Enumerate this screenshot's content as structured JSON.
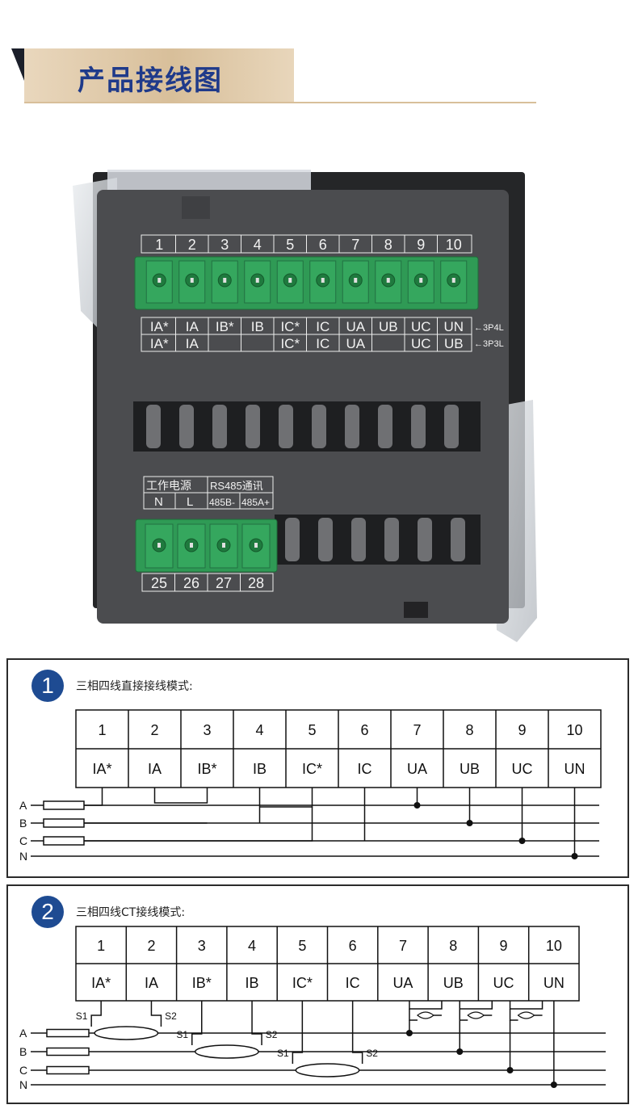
{
  "header": {
    "title": "产品接线图"
  },
  "device": {
    "top_numbers": [
      "1",
      "2",
      "3",
      "4",
      "5",
      "6",
      "7",
      "8",
      "9",
      "10"
    ],
    "row_3p4l": [
      "IA*",
      "IA",
      "IB*",
      "IB",
      "IC*",
      "IC",
      "UA",
      "UB",
      "UC",
      "UN"
    ],
    "row_3p3l": [
      "IA*",
      "IA",
      "",
      "",
      "IC*",
      "IC",
      "UA",
      "",
      "UC",
      "UB"
    ],
    "label_3p4l": "←3P4L",
    "label_3p3l": "←3P3L",
    "power_label": "工作电源",
    "rs485_label": "RS485通讯",
    "power_pins": [
      "N",
      "L"
    ],
    "rs485_pins": [
      "485B-",
      "485A+"
    ],
    "bottom_numbers": [
      "25",
      "26",
      "27",
      "28"
    ]
  },
  "panel1": {
    "badge": "1",
    "title": "三相四线直接接线模式:",
    "numbers": [
      "1",
      "2",
      "3",
      "4",
      "5",
      "6",
      "7",
      "8",
      "9",
      "10"
    ],
    "labels": [
      "IA*",
      "IA",
      "IB*",
      "IB",
      "IC*",
      "IC",
      "UA",
      "UB",
      "UC",
      "UN"
    ],
    "lines": [
      "A",
      "B",
      "C",
      "N"
    ]
  },
  "panel2": {
    "badge": "2",
    "title": "三相四线CT接线模式:",
    "numbers": [
      "1",
      "2",
      "3",
      "4",
      "5",
      "6",
      "7",
      "8",
      "9",
      "10"
    ],
    "labels": [
      "IA*",
      "IA",
      "IB*",
      "IB",
      "IC*",
      "IC",
      "UA",
      "UB",
      "UC",
      "UN"
    ],
    "lines": [
      "A",
      "B",
      "C",
      "N"
    ],
    "ct_s1": "S1",
    "ct_s2": "S2"
  }
}
